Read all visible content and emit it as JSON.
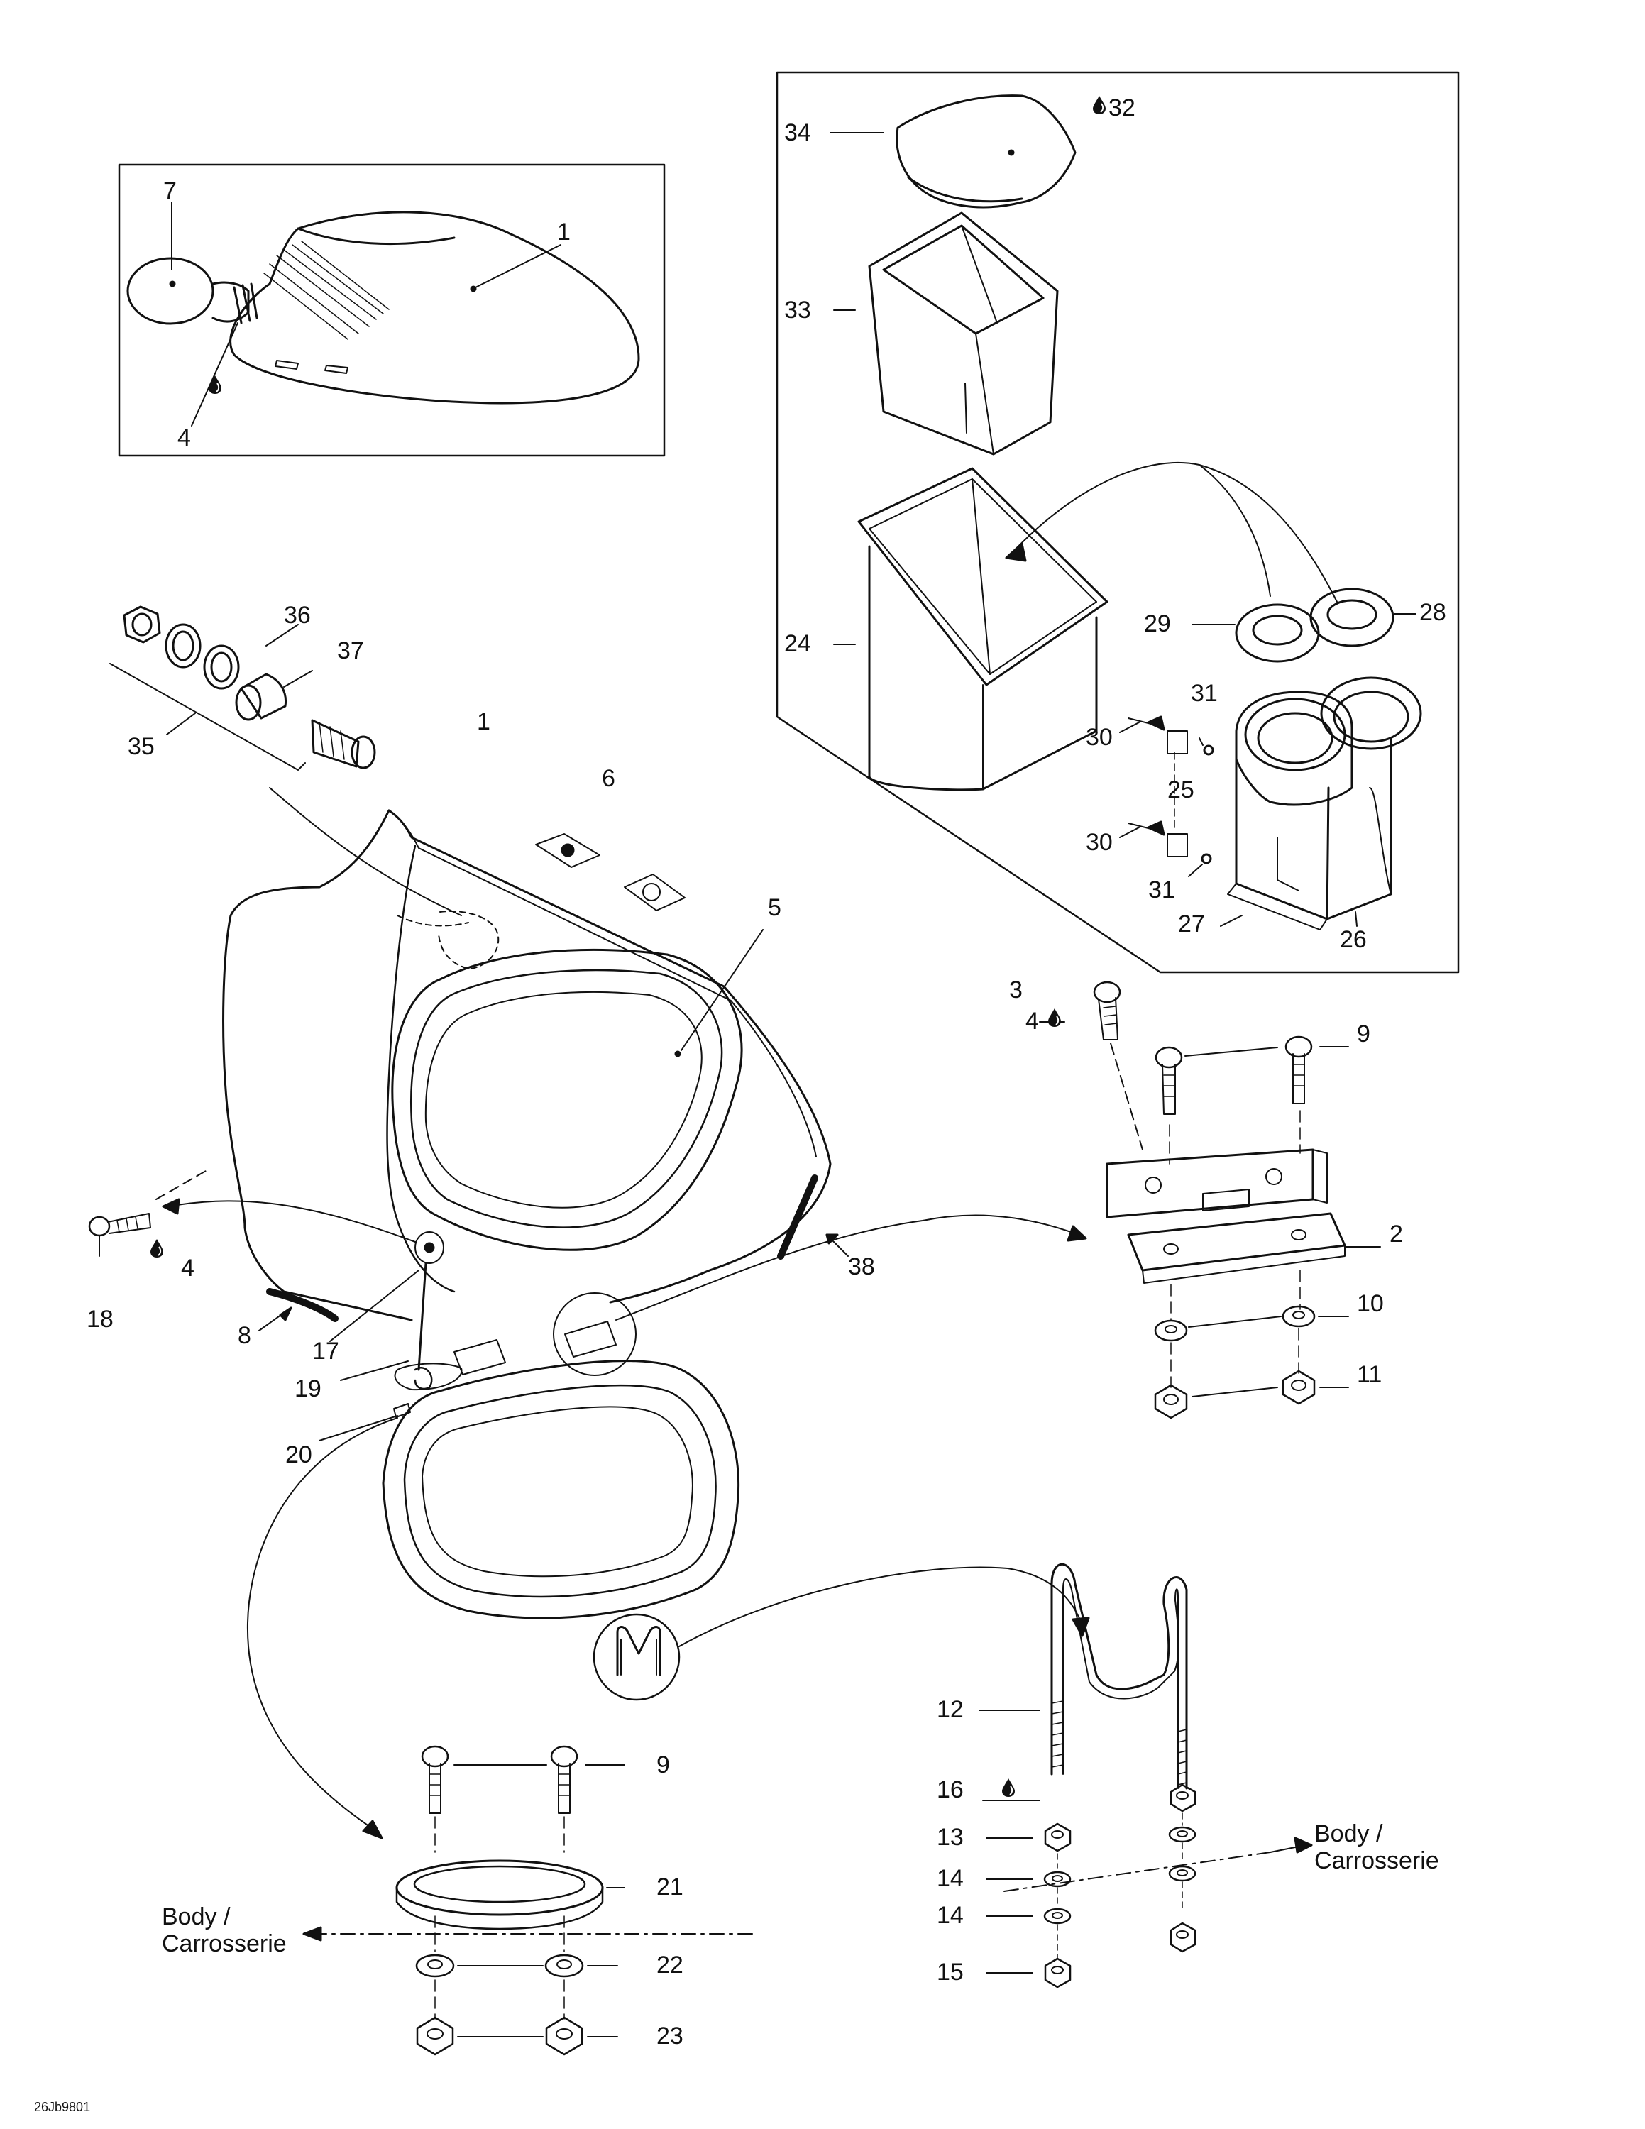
{
  "drawing_code": "26Jb9801",
  "labels": {
    "l1a": "1",
    "l4a": "4",
    "l7": "7",
    "l34": "34",
    "l32": "32",
    "l33": "33",
    "l24": "24",
    "l29": "29",
    "l28": "28",
    "l31a": "31",
    "l30a": "30",
    "l25": "25",
    "l30b": "30",
    "l31b": "31",
    "l27": "27",
    "l26": "26",
    "l36": "36",
    "l37": "37",
    "l35": "35",
    "l1b": "1",
    "l6": "6",
    "l5": "5",
    "l3": "3",
    "l4b": "4",
    "l9a": "9",
    "l2": "2",
    "l10": "10",
    "l11": "11",
    "l18": "18",
    "l4c": "4",
    "l8": "8",
    "l17": "17",
    "l19": "19",
    "l38": "38",
    "l20": "20",
    "l12": "12",
    "l16": "16",
    "l13": "13",
    "l14a": "14",
    "l14b": "14",
    "l15": "15",
    "l9b": "9",
    "l21": "21",
    "l22": "22",
    "l23": "23"
  },
  "body_label": {
    "line1": "Body /",
    "line2": "Carrosserie"
  },
  "icons": {
    "drop": "oil-drop-icon"
  }
}
